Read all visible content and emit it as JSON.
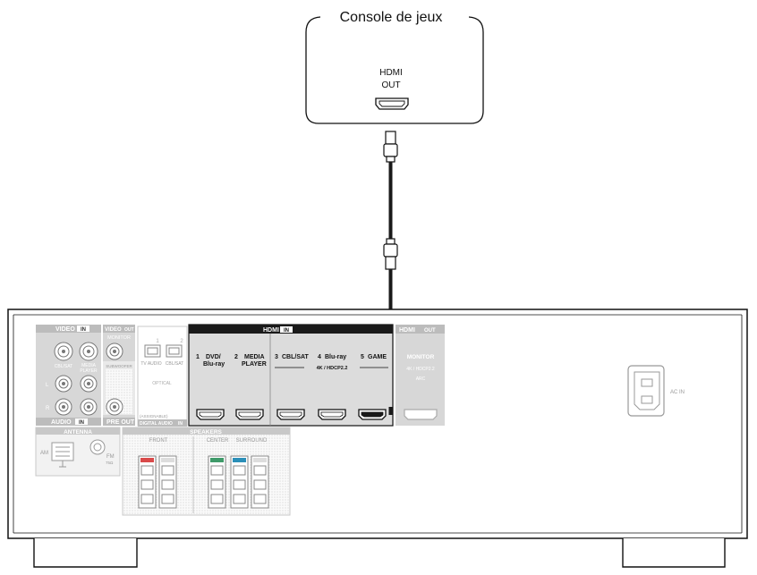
{
  "console": {
    "title": "Console de jeux",
    "port_line1": "HDMI",
    "port_line2": "OUT"
  },
  "receiver": {
    "video_in": {
      "header": "VIDEO",
      "badge": "IN",
      "jack_labels": [
        "CBL/SAT",
        "MEDIA",
        "PLAYER"
      ],
      "side_l": "L",
      "side_r": "R"
    },
    "video_out": {
      "header": "VIDEO",
      "badge": "OUT",
      "sub": "MONITOR"
    },
    "audio_in": {
      "header": "AUDIO",
      "badge": "IN"
    },
    "subwoofer": {
      "label": "SUBWOOFER"
    },
    "pre_out": {
      "label": "PRE OUT"
    },
    "optical": {
      "num1": "1",
      "num2": "2",
      "label1": "TV AUDIO",
      "label2": "CBL/SAT",
      "name": "OPTICAL"
    },
    "digital_audio": {
      "assignable": "(ASSIGNABLE)",
      "label": "DIGITAL AUDIO",
      "badge": "IN"
    },
    "hdmi_in": {
      "header": "HDMI",
      "badge": "IN",
      "spec": "4K / HDCP2.2",
      "inputs": [
        {
          "num": "1",
          "name_line1": "DVD/",
          "name_line2": "Blu-ray"
        },
        {
          "num": "2",
          "name_line1": "MEDIA",
          "name_line2": "PLAYER"
        },
        {
          "num": "3",
          "name_line1": "CBL/SAT",
          "name_line2": ""
        },
        {
          "num": "4",
          "name_line1": "Blu-ray",
          "name_line2": ""
        },
        {
          "num": "5",
          "name_line1": "GAME",
          "name_line2": ""
        }
      ]
    },
    "hdmi_out": {
      "header": "HDMI",
      "badge": "OUT",
      "label": "MONITOR",
      "spec": "4K / HDCP2.2",
      "arc": "ARC"
    },
    "antenna": {
      "header": "ANTENNA",
      "am": "AM",
      "fm": "FM",
      "fm_ohm": "75Ω"
    },
    "speakers": {
      "header": "SPEAKERS",
      "front": "FRONT",
      "center": "CENTER",
      "surround": "SURROUND"
    },
    "ac_in": "AC IN"
  },
  "colors": {
    "hdmi_panel": "#dcdcdc",
    "hdmi_header": "#1a1a1a",
    "side_panels": "#d4d4d4",
    "front_red": "#d94a4a",
    "center_green": "#3f9a6a",
    "surround_blue": "#2b8fb8",
    "cable": "#1a1a1a"
  }
}
